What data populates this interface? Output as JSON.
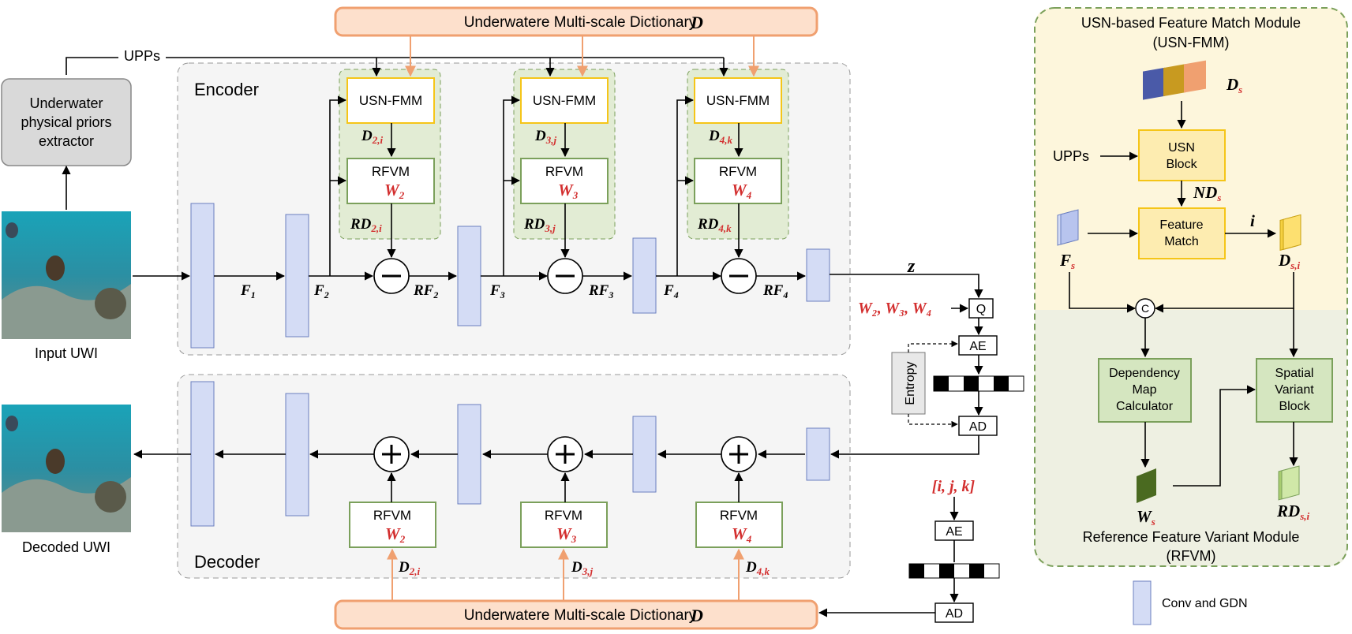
{
  "dictionary": {
    "label": "Underwatere Multi-scale Dictionary",
    "symbol": "D"
  },
  "upps_label": "UPPs",
  "extractor_label": [
    "Underwater",
    "physical priors",
    "extractor"
  ],
  "input_label": "Input UWI",
  "decoded_label": "Decoded UWI",
  "encoder_label": "Encoder",
  "decoder_label": "Decoder",
  "usn_fmm_label": "USN-FMM",
  "rfvm_label": "RFVM",
  "enc_stages": [
    {
      "w_main": "W",
      "w_sub": "2",
      "d_main": "D",
      "d_sub": "2,i",
      "rd_main": "RD",
      "rd_sub": "2,i",
      "f_main": "F",
      "f_sub": "2",
      "rf_main": "RF",
      "rf_sub": "2"
    },
    {
      "w_main": "W",
      "w_sub": "3",
      "d_main": "D",
      "d_sub": "3,j",
      "rd_main": "RD",
      "rd_sub": "3,j",
      "f_main": "F",
      "f_sub": "3",
      "rf_main": "RF",
      "rf_sub": "3"
    },
    {
      "w_main": "W",
      "w_sub": "4",
      "d_main": "D",
      "d_sub": "4,k",
      "rd_main": "RD",
      "rd_sub": "4,k",
      "f_main": "F",
      "f_sub": "4",
      "rf_main": "RF",
      "rf_sub": "4"
    }
  ],
  "f1": {
    "main": "F",
    "sub": "1"
  },
  "z_label": "z",
  "w_list": "W₂, W₃, W₄",
  "q_label": "Q",
  "ae_label": "AE",
  "ad_label": "AD",
  "entropy_label": "Entropy",
  "index_label": "[i, j, k]",
  "fmm": {
    "title": [
      "USN-based Feature Match Module",
      "(USN-FMM)"
    ],
    "ds_main": "D",
    "ds_sub": "s",
    "upps": "UPPs",
    "usn_block": [
      "USN",
      "Block"
    ],
    "nd_main": "ND",
    "nd_sub": "s",
    "fs_main": "F",
    "fs_sub": "s",
    "feature_match": [
      "Feature",
      "Match"
    ],
    "i_label": "i",
    "dsi_main": "D",
    "dsi_sub": "s,i",
    "concat": "C",
    "dep_map": [
      "Dependency",
      "Map",
      "Calculator"
    ],
    "svb": [
      "Spatial",
      "Variant",
      "Block"
    ],
    "ws_main": "W",
    "ws_sub": "s",
    "rdsi_main": "RD",
    "rdsi_sub": "s,i",
    "rfvm_title": [
      "Reference Feature Variant Module",
      "(RFVM)"
    ]
  },
  "legend_label": "Conv and GDN",
  "colors": {
    "orange": "#f0a070",
    "orange_fill": "#fde0cc",
    "yellow": "#f5c518",
    "green": "#7ba05b",
    "conv": "#d4dcf5",
    "red": "#d32f2f"
  }
}
